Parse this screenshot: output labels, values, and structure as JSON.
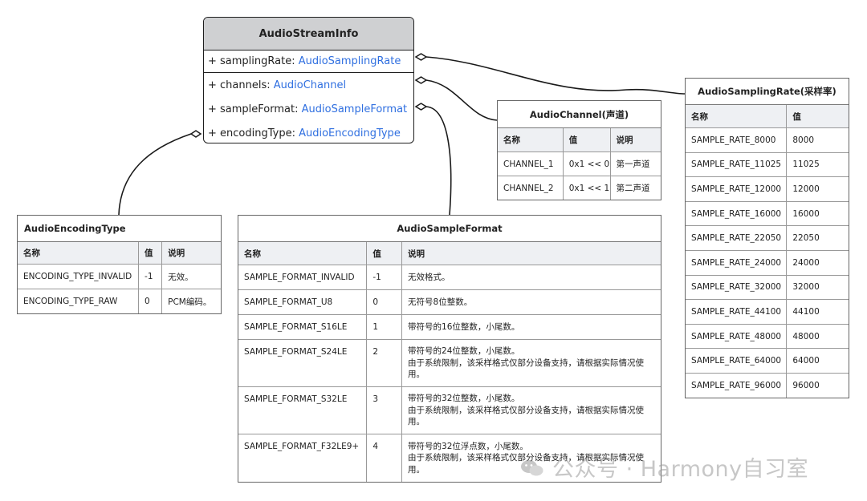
{
  "class_box": {
    "title": "AudioStreamInfo",
    "fields": [
      {
        "prefix": "+ samplingRate: ",
        "type": "AudioSamplingRate"
      },
      {
        "prefix": "+ channels: ",
        "type": "AudioChannel"
      },
      {
        "prefix": "+ sampleFormat: ",
        "type": "AudioSampleFormat"
      },
      {
        "prefix": "+ encodingType: ",
        "type": "AudioEncodingType"
      }
    ]
  },
  "audio_channel": {
    "title": "AudioChannel(声道)",
    "headers": [
      "名称",
      "值",
      "说明"
    ],
    "rows": [
      [
        "CHANNEL_1",
        "0x1 << 0",
        "第一声道"
      ],
      [
        "CHANNEL_2",
        "0x1 << 1",
        "第二声道"
      ]
    ]
  },
  "audio_sampling_rate": {
    "title": "AudioSamplingRate(采样率)",
    "headers": [
      "名称",
      "值"
    ],
    "rows": [
      [
        "SAMPLE_RATE_8000",
        "8000"
      ],
      [
        "SAMPLE_RATE_11025",
        "11025"
      ],
      [
        "SAMPLE_RATE_12000",
        "12000"
      ],
      [
        "SAMPLE_RATE_16000",
        "16000"
      ],
      [
        "SAMPLE_RATE_22050",
        "22050"
      ],
      [
        "SAMPLE_RATE_24000",
        "24000"
      ],
      [
        "SAMPLE_RATE_32000",
        "32000"
      ],
      [
        "SAMPLE_RATE_44100",
        "44100"
      ],
      [
        "SAMPLE_RATE_48000",
        "48000"
      ],
      [
        "SAMPLE_RATE_64000",
        "64000"
      ],
      [
        "SAMPLE_RATE_96000",
        "96000"
      ]
    ]
  },
  "audio_encoding_type": {
    "title": "AudioEncodingType",
    "headers": [
      "名称",
      "值",
      "说明"
    ],
    "rows": [
      [
        "ENCODING_TYPE_INVALID",
        "-1",
        "无效。"
      ],
      [
        "ENCODING_TYPE_RAW",
        "0",
        "PCM编码。"
      ]
    ]
  },
  "audio_sample_format": {
    "title": "AudioSampleFormat",
    "headers": [
      "名称",
      "值",
      "说明"
    ],
    "rows": [
      {
        "name": "SAMPLE_FORMAT_INVALID",
        "value": "-1",
        "desc": [
          "无效格式。"
        ]
      },
      {
        "name": "SAMPLE_FORMAT_U8",
        "value": "0",
        "desc": [
          "无符号8位整数。"
        ]
      },
      {
        "name": "SAMPLE_FORMAT_S16LE",
        "value": "1",
        "desc": [
          "带符号的16位整数，小尾数。"
        ]
      },
      {
        "name": "SAMPLE_FORMAT_S24LE",
        "value": "2",
        "desc": [
          "带符号的24位整数，小尾数。",
          "由于系统限制，该采样格式仅部分设备支持，请根据实际情况使用。"
        ]
      },
      {
        "name": "SAMPLE_FORMAT_S32LE",
        "value": "3",
        "desc": [
          "带符号的32位整数，小尾数。",
          "由于系统限制，该采样格式仅部分设备支持，请根据实际情况使用。"
        ]
      },
      {
        "name": "SAMPLE_FORMAT_F32LE9+",
        "value": "4",
        "desc": [
          "带符号的32位浮点数，小尾数。",
          "由于系统限制，该采样格式仅部分设备支持，请根据实际情况使用。"
        ]
      }
    ]
  },
  "watermark": {
    "text": "公众号 · Harmony自习室",
    "icon": "wechat-icon"
  },
  "colors": {
    "type_link": "#2f6fe0",
    "title_bar": "#cfd0d2",
    "header_bg": "#eef0f3"
  }
}
